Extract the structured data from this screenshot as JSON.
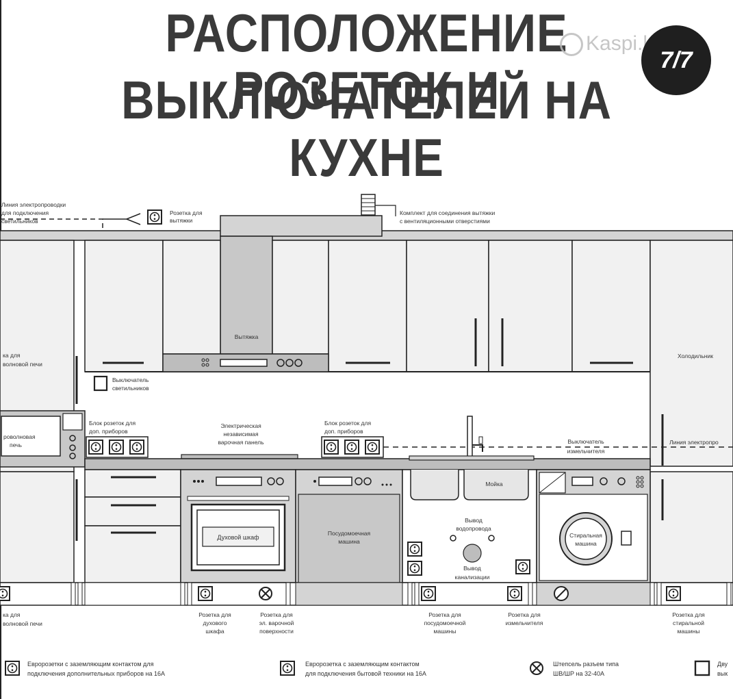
{
  "title": {
    "line1": "РАСПОЛОЖЕНИЕ РОЗЕТОК И",
    "line2": "ВЫКЛЮЧАТЕЛЕЙ НА КУХНЕ"
  },
  "badge": "7/7",
  "watermark": "Kaspi.kz",
  "labels": {
    "wiring_l1": "Линия электропроводки",
    "wiring_l2": "для подключения",
    "wiring_l3": "светильников",
    "hood_socket_l1": "Розетка для",
    "hood_socket_l2": "вытяжки",
    "vent_kit_l1": "Комплект для соединения вытяжки",
    "vent_kit_l2": "с вентиляционными отверстиями",
    "hood": "Вытяжка",
    "mw_left_l1": "ка для",
    "mw_left_l2": "волновой печи",
    "fridge": "Холодильник",
    "light_switch_l1": "Выключатель",
    "light_switch_l2": "светильников",
    "block1_l1": "Блок розеток для",
    "block1_l2": "доп. приборов",
    "hob_l1": "Электрическая",
    "hob_l2": "независимая",
    "hob_l3": "варочная панель",
    "block2_l1": "Блок розеток для",
    "block2_l2": "доп. приборов",
    "shredder_switch_l1": "Выключатель",
    "shredder_switch_l2": "измельчителя",
    "mw_oven_l1": "роволновая",
    "mw_oven_l2": "печь",
    "wiring_right": "Линия электропро",
    "sink": "Мойка",
    "oven": "Духовой шкаф",
    "dishwasher_l1": "Посудомоечная",
    "dishwasher_l2": "машина",
    "water_l1": "Вывод",
    "water_l2": "водопровода",
    "drain_l1": "Вывод",
    "drain_l2": "канализации",
    "washer_l1": "Стиральная",
    "washer_l2": "машина",
    "bottom_mw_l1": "ка для",
    "bottom_mw_l2": "волновой печи",
    "bottom_oven_l1": "Розетка для",
    "bottom_oven_l2": "духового",
    "bottom_oven_l3": "шкафа",
    "bottom_hob_l1": "Розетка для",
    "bottom_hob_l2": "эл. варочной",
    "bottom_hob_l3": "поверхности",
    "bottom_dw_l1": "Розетка для",
    "bottom_dw_l2": "посудомоечной",
    "bottom_dw_l3": "машины",
    "bottom_shred_l1": "Розетка для",
    "bottom_shred_l2": "измельчителя",
    "bottom_wm_l1": "Розетка для",
    "bottom_wm_l2": "стиральной",
    "bottom_wm_l3": "машины"
  },
  "legend": {
    "euro_add_l1": "Евророзетки с заземляющим контактом для",
    "euro_add_l2": "подключения дополнительных приборов на 16А",
    "euro_appl_l1": "Евророзетка с заземляющим контактом",
    "euro_appl_l2": "для подключения бытовой техники на 16А",
    "plug_l1": "Штепсель разъем типа",
    "plug_l2": "ШВ/ШР на 32-40А",
    "switch_l1": "Дву",
    "switch_l2": "вык"
  },
  "colors": {
    "title": "#3a3a3a",
    "cabinet_fill": "#f1f1f1",
    "panel_fill": "#d4d4d4",
    "dark_panel": "#b0b0b0",
    "line": "#222222"
  }
}
